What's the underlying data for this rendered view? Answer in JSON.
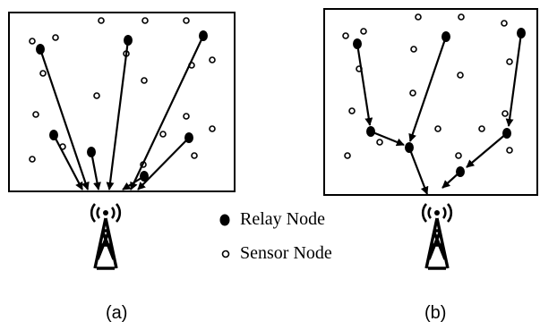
{
  "legend": {
    "relay_label": "Relay Node",
    "sensor_label": "Sensor Node"
  },
  "captions": {
    "a": "(a)",
    "b": "(b)"
  },
  "icons": {
    "relay": "filled-black-dot",
    "sensor": "hollow-circle",
    "base_station": "radio-tower-icon"
  },
  "colors": {
    "ink": "#000000",
    "paper": "#ffffff"
  }
}
